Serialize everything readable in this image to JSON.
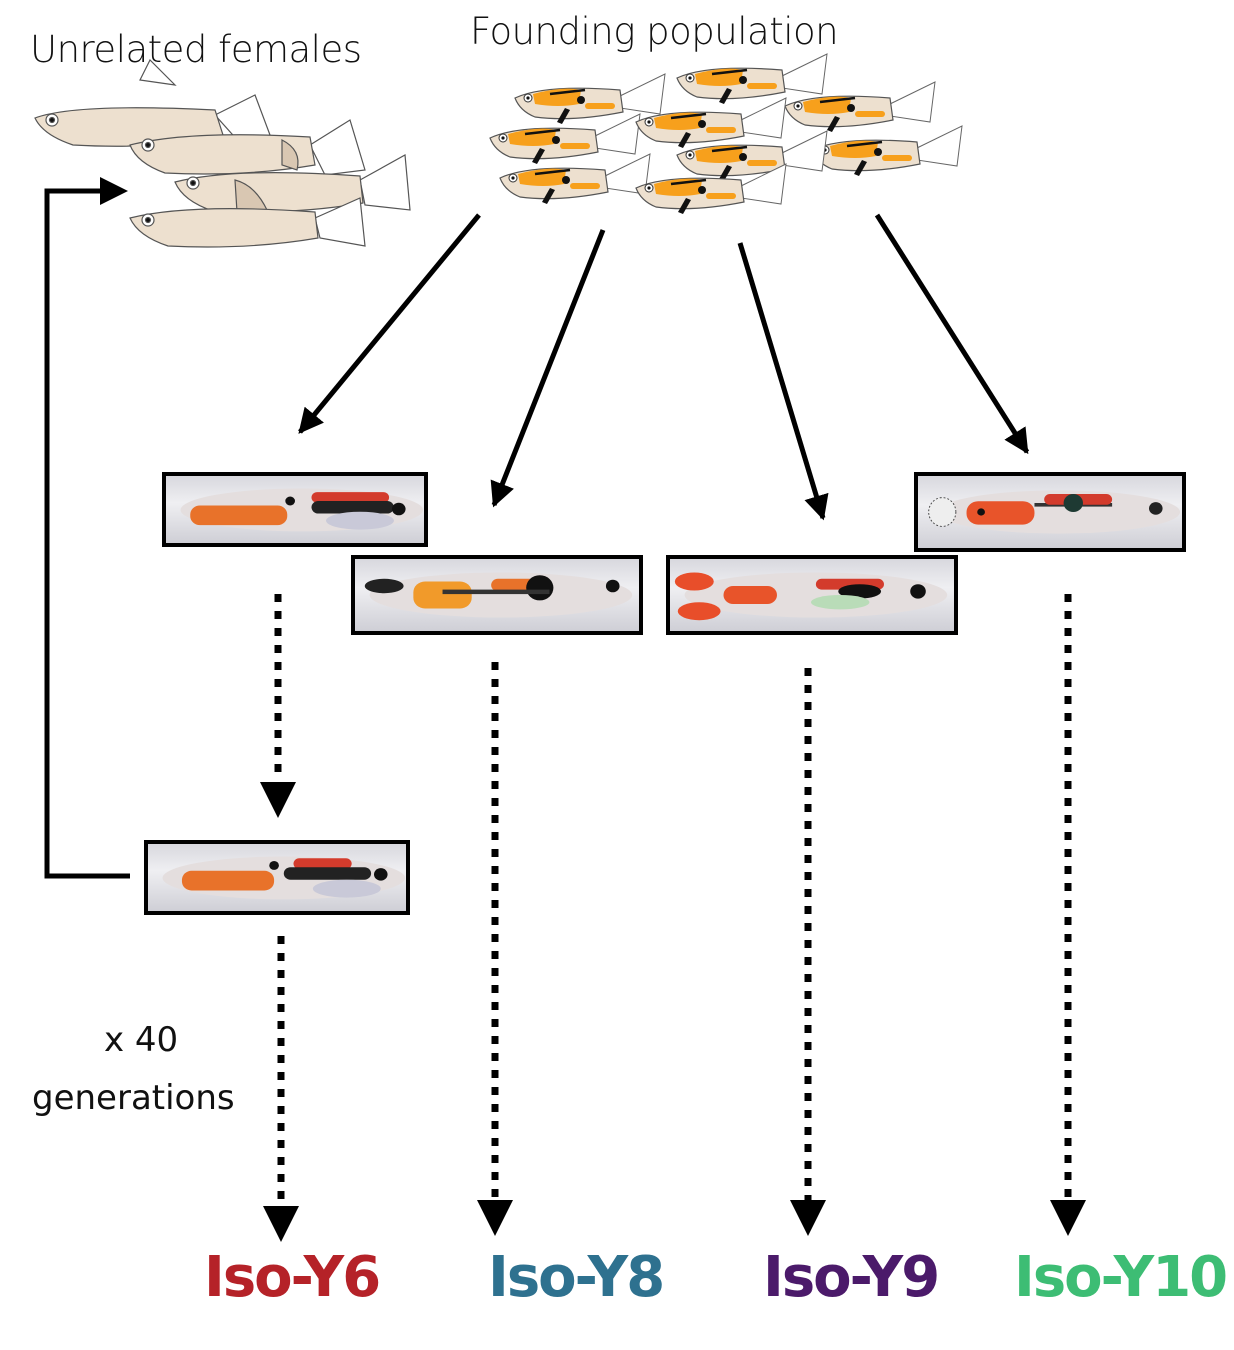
{
  "labels": {
    "unrelated_females": "Unrelated females",
    "founding_population": "Founding population",
    "generations_count": "x 40",
    "generations_word": "generations"
  },
  "lines": [
    {
      "name": "Iso-Y6",
      "color": "#b52228"
    },
    {
      "name": "Iso-Y8",
      "color": "#2e718f"
    },
    {
      "name": "Iso-Y9",
      "color": "#4b1a6a"
    },
    {
      "name": "Iso-Y10",
      "color": "#3dbd74"
    }
  ],
  "colors": {
    "female_body": "#ede0cf",
    "founder_orange": "#f7a01c",
    "male_orange": "#e8722a",
    "male_red": "#d33b2c"
  }
}
